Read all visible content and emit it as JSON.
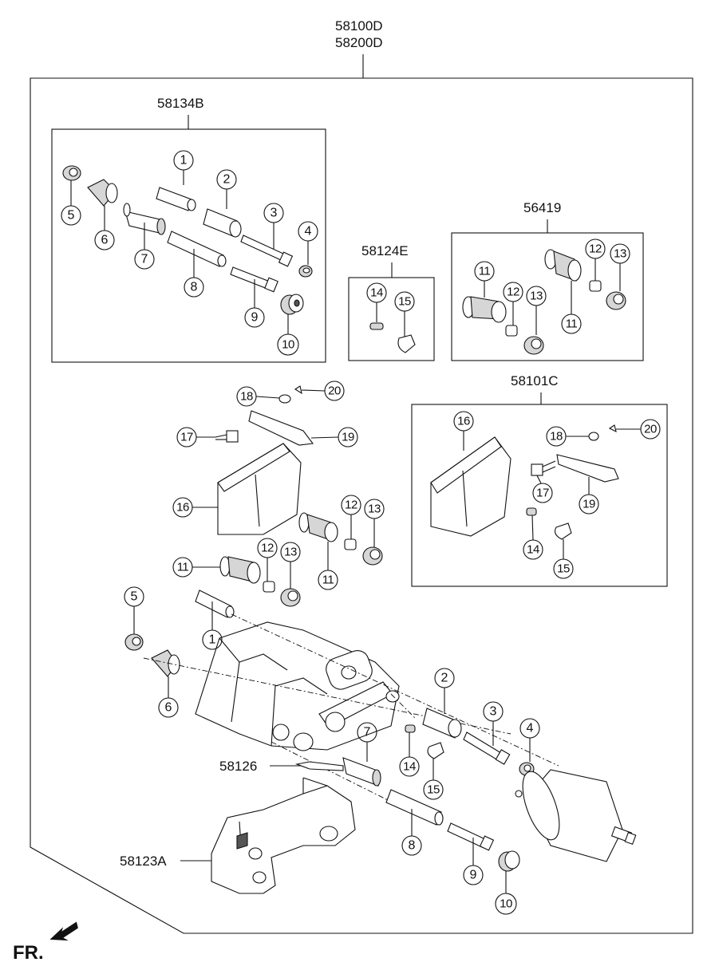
{
  "assembly": {
    "code_1": "58100D",
    "code_2": "58200D"
  },
  "kits": {
    "guide_kit": "58134B",
    "pin_kit": "58124E",
    "piston_kit": "56419",
    "pad_kit": "58101C"
  },
  "parts": {
    "actuator_code": "58126",
    "carrier_code": "58123A"
  },
  "callouts": {
    "n1": "1",
    "n2": "2",
    "n3": "3",
    "n4": "4",
    "n5": "5",
    "n6": "6",
    "n7": "7",
    "n8": "8",
    "n9": "9",
    "n10": "10",
    "n11": "11",
    "n12": "12",
    "n13": "13",
    "n14": "14",
    "n15": "15",
    "n16": "16",
    "n17": "17",
    "n18": "18",
    "n19": "19",
    "n20": "20"
  },
  "direction": {
    "label": "FR."
  }
}
